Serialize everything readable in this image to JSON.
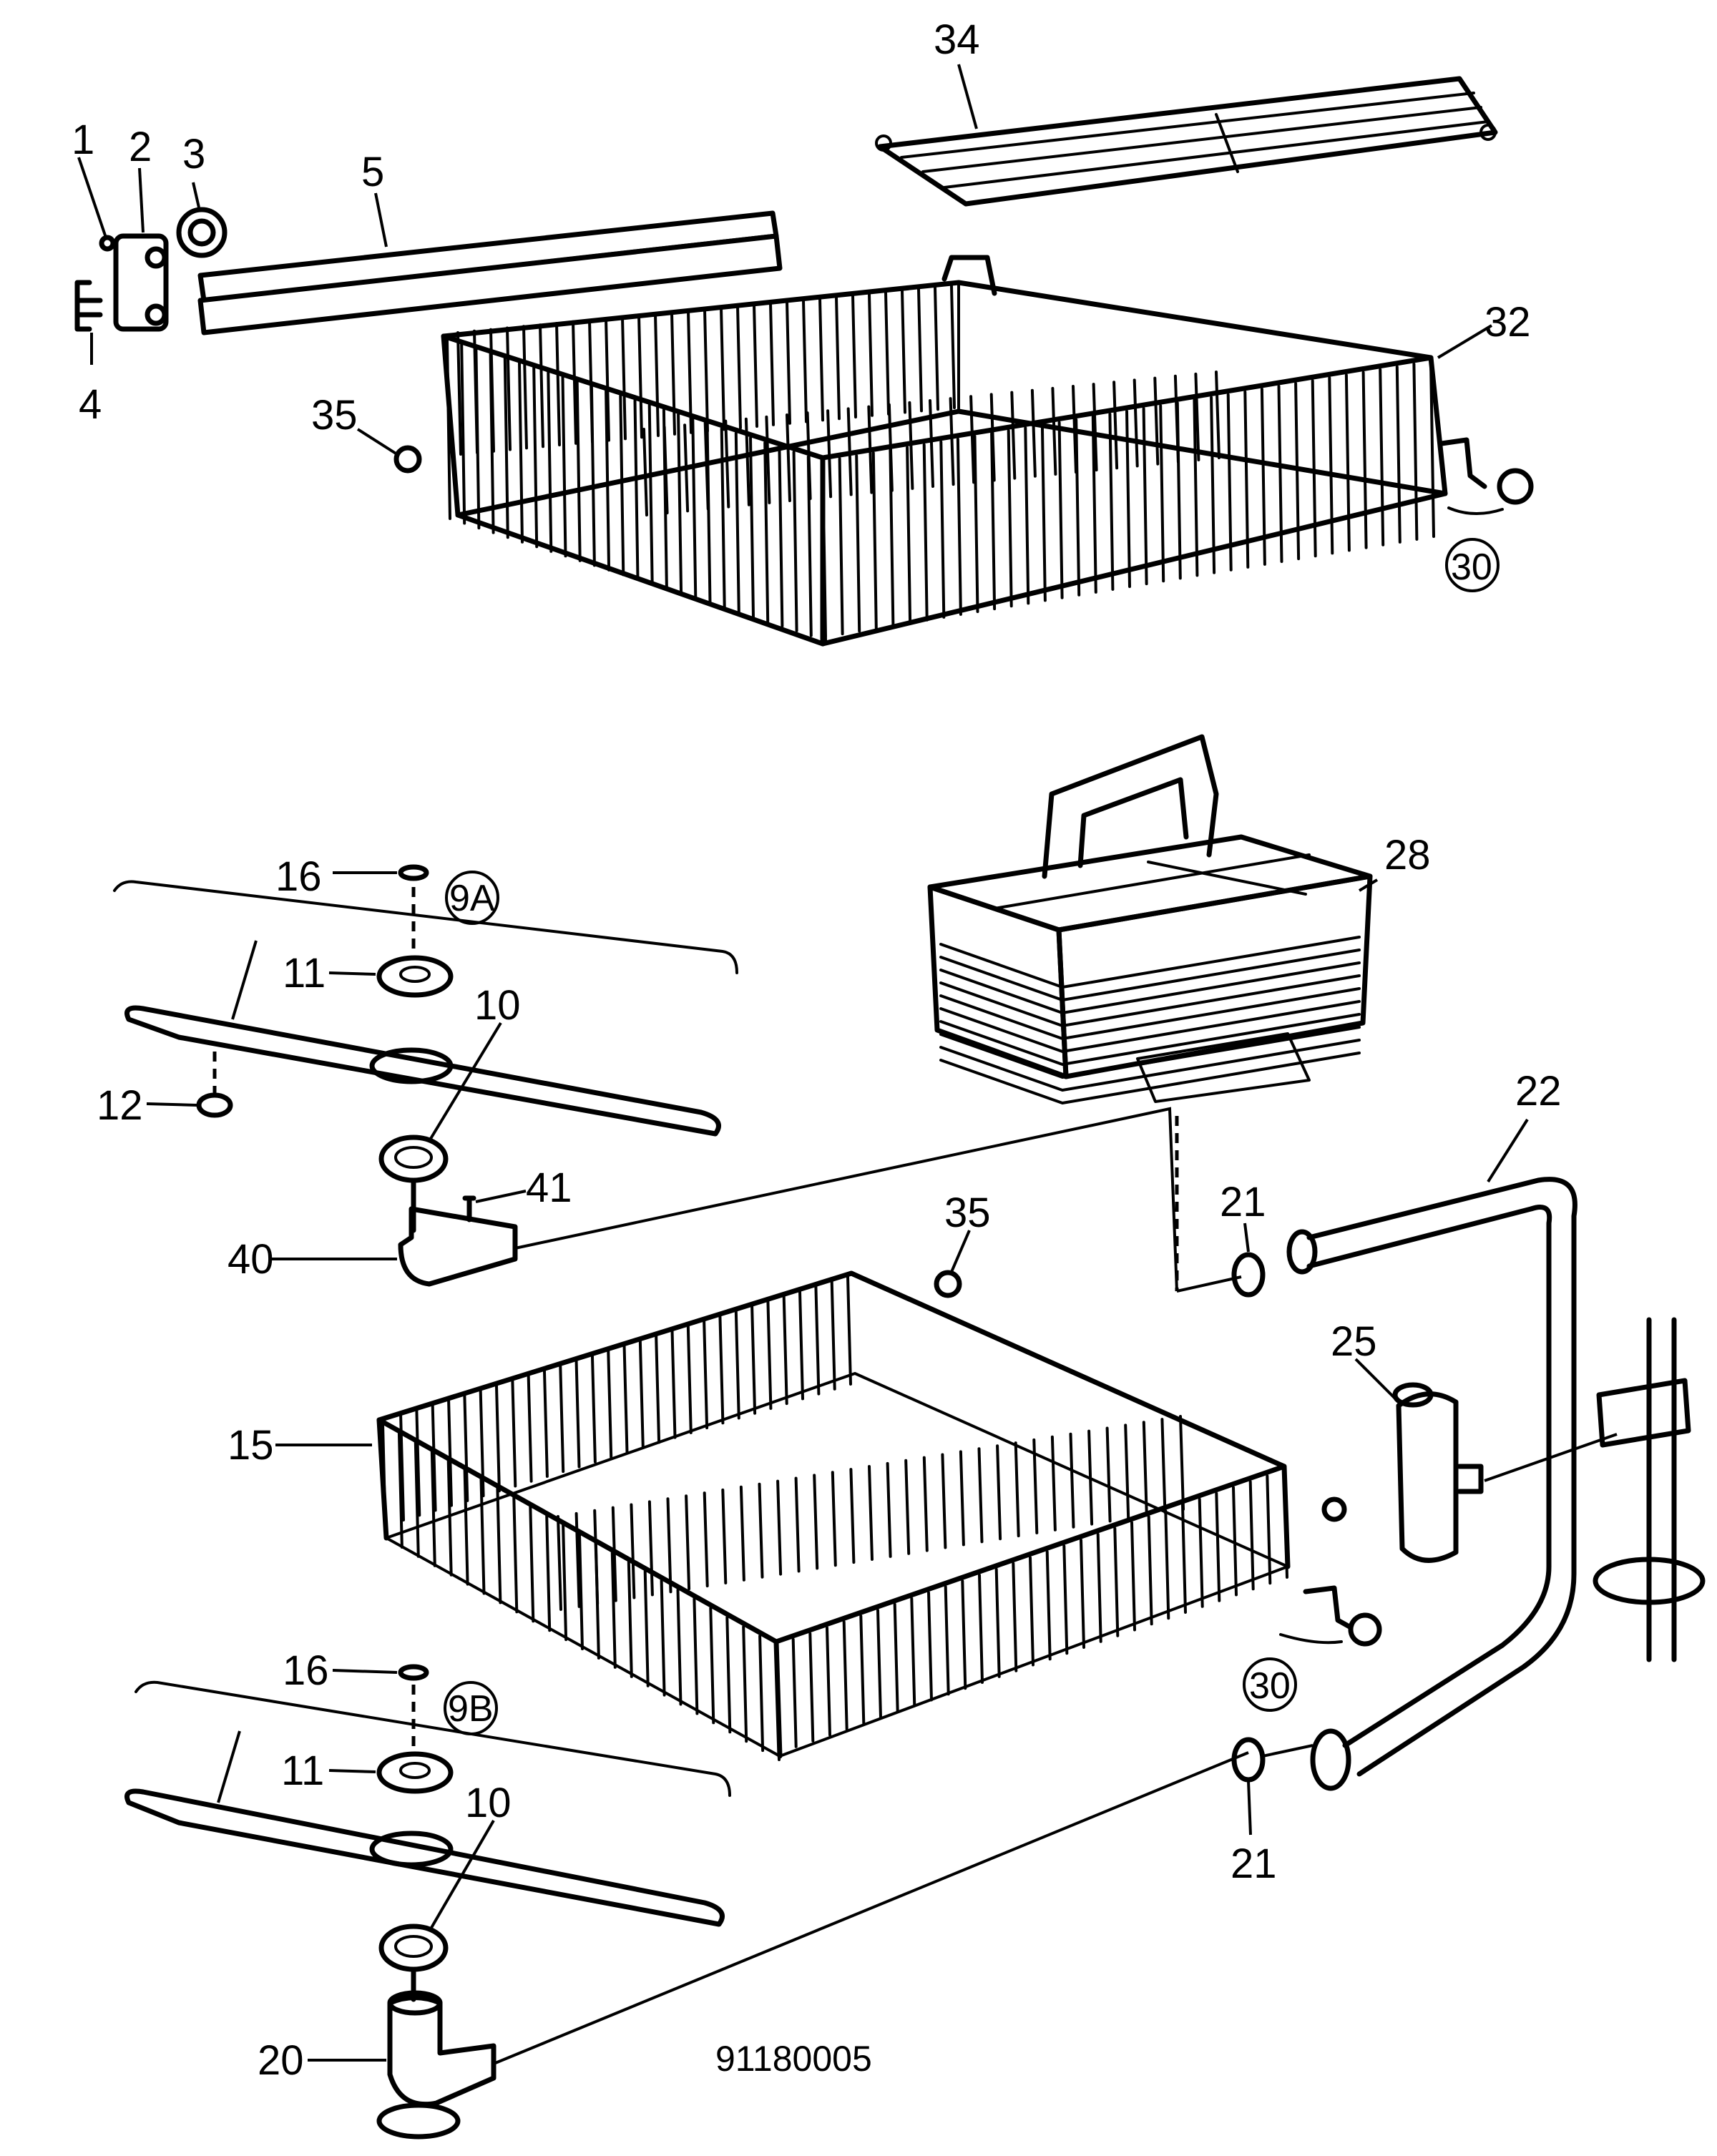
{
  "drawing_number": "91180005",
  "callouts": {
    "c1": "1",
    "c2": "2",
    "c3": "3",
    "c4": "4",
    "c5": "5",
    "c34": "34",
    "c32": "32",
    "c35_top": "35",
    "c30_top": "30",
    "c28": "28",
    "c16_a": "16",
    "c9a": "9A",
    "c11_a": "11",
    "c10_a": "10",
    "c12": "12",
    "c41": "41",
    "c40": "40",
    "c22": "22",
    "c21_a": "21",
    "c35_low": "35",
    "c25": "25",
    "c15": "15",
    "c30_low": "30",
    "c16_b": "16",
    "c9b": "9B",
    "c11_b": "11",
    "c10_b": "10",
    "c21_b": "21",
    "c20": "20"
  }
}
